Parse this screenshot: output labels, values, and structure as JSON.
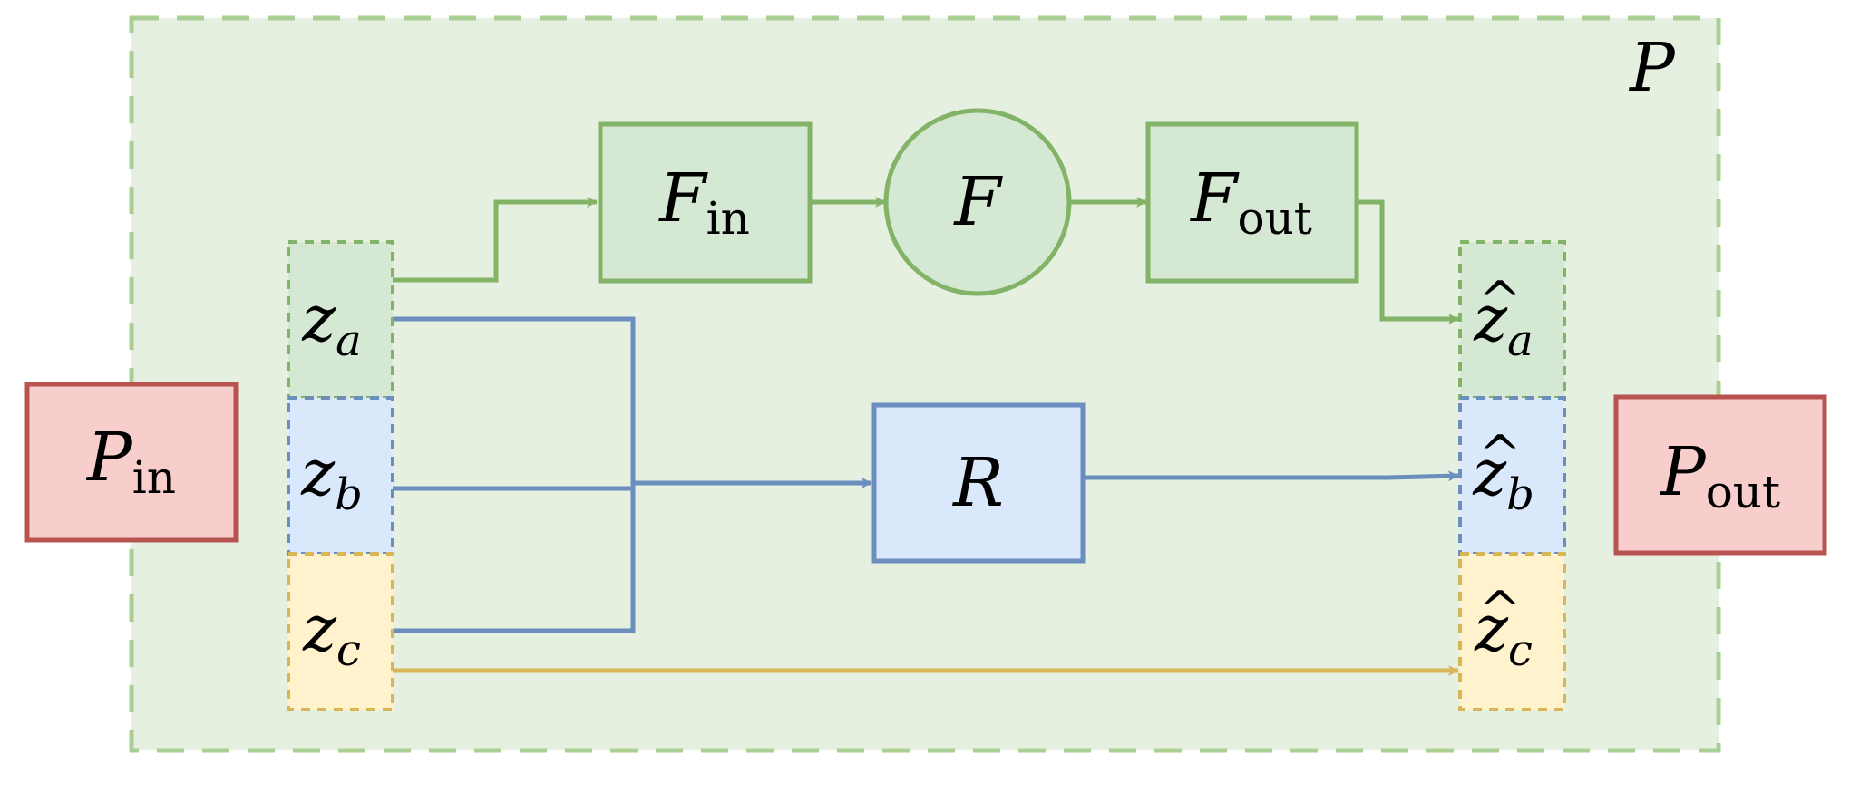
{
  "colors": {
    "container_fill": "#e5f0e1",
    "container_stroke": "#a9cf94",
    "green_fill": "#d5e8d4",
    "green_stroke": "#82b366",
    "blue_fill": "#dae8fc",
    "blue_stroke": "#6c8ebf",
    "yellow_fill": "#fff2cc",
    "yellow_stroke": "#d6b656",
    "red_fill": "#f8cecc",
    "red_stroke": "#b85450"
  },
  "container": {
    "label": "P"
  },
  "nodes": {
    "p_in": {
      "main": "P",
      "sub": "in"
    },
    "p_out": {
      "main": "P",
      "sub": "out"
    },
    "f_in": {
      "main": "F",
      "sub": "in"
    },
    "f": {
      "main": "F"
    },
    "f_out": {
      "main": "F",
      "sub": "out"
    },
    "r": {
      "main": "R"
    },
    "z_a": {
      "main": "z",
      "sub": "a"
    },
    "z_b": {
      "main": "z",
      "sub": "b"
    },
    "z_c": {
      "main": "z",
      "sub": "c"
    },
    "zhat_a": {
      "main": "z",
      "hat": "^",
      "sub": "a"
    },
    "zhat_b": {
      "main": "z",
      "hat": "^",
      "sub": "b"
    },
    "zhat_c": {
      "main": "z",
      "hat": "^",
      "sub": "c"
    }
  }
}
